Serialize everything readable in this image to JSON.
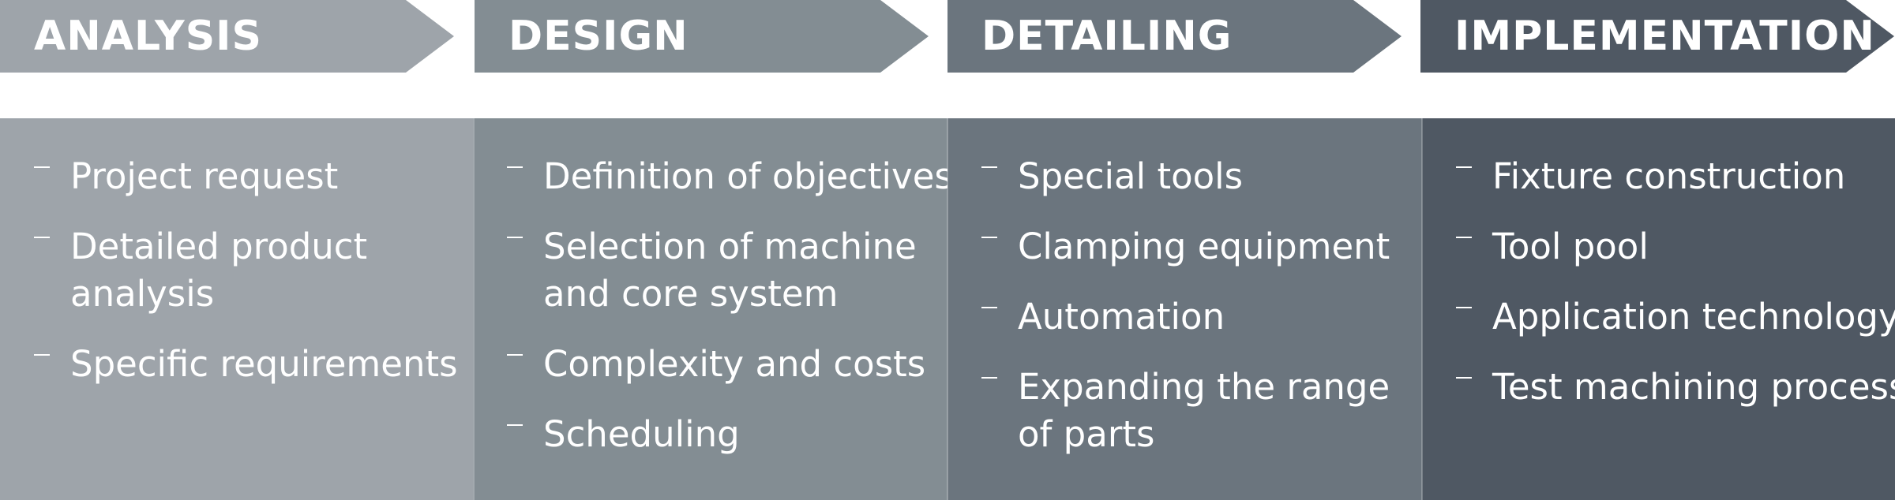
{
  "phases": [
    {
      "title": "ANALYSIS",
      "color": "#9ea4aa",
      "items": [
        "Project request",
        "Detailed product\nanalysis",
        "Specific requirements"
      ]
    },
    {
      "title": "DESIGN",
      "color": "#838d93",
      "items": [
        "Definition of objectives",
        "Selection of machine\nand core system",
        "Complexity and costs",
        "Scheduling"
      ]
    },
    {
      "title": "DETAILING",
      "color": "#6b757e",
      "items": [
        "Special tools",
        "Clamping equipment",
        "Automation",
        "Expanding the range\nof parts"
      ]
    },
    {
      "title": "IMPLEMENTATION",
      "color": "#4f5863",
      "items": [
        "Fixture construction",
        "Tool pool",
        "Application technology",
        "Test machining process"
      ]
    }
  ]
}
